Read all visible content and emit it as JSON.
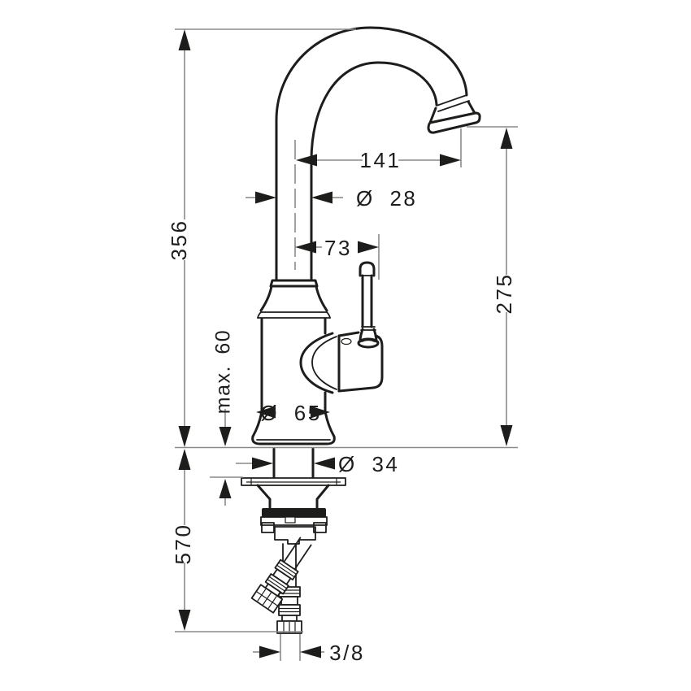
{
  "drawing": {
    "kind": "faucet installation dimension drawing",
    "style": {
      "background": "#ffffff",
      "outline_color": "#1d1d1b",
      "dimension_line_color": "#8a8a8a",
      "text_color": "#1d1d1b"
    }
  },
  "dimensions": {
    "total_height": "356",
    "below_deck_height": "570",
    "spout_height": "275",
    "max_mounting_thickness": "max. 60",
    "spout_reach": "141",
    "spout_tube_diameter": "Ø 28",
    "handle_offset": "73",
    "base_diameter": "Ø 65",
    "hole_diameter": "Ø 34",
    "connection_thread": "3/8"
  }
}
